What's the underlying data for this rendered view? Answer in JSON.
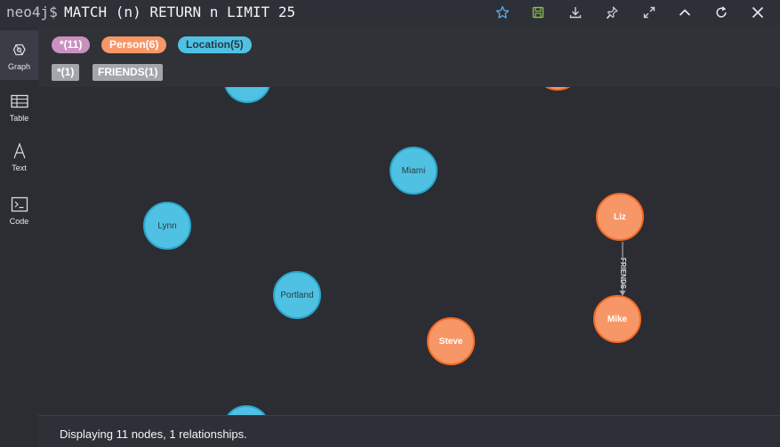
{
  "header": {
    "prompt": "neo4j$",
    "query": "MATCH (n) RETURN n LIMIT 25",
    "buttons": [
      {
        "name": "favorite-button",
        "icon": "star-icon"
      },
      {
        "name": "save-button",
        "icon": "save-icon"
      },
      {
        "name": "download-button",
        "icon": "download-icon"
      },
      {
        "name": "pin-button",
        "icon": "pin-icon"
      },
      {
        "name": "fullscreen-button",
        "icon": "expand-icon"
      },
      {
        "name": "collapse-button",
        "icon": "chevron-up-icon"
      },
      {
        "name": "rerun-button",
        "icon": "refresh-icon"
      },
      {
        "name": "close-button",
        "icon": "close-icon"
      }
    ]
  },
  "sidebar": {
    "items": [
      {
        "label": "Graph",
        "icon": "graph-icon",
        "active": true
      },
      {
        "label": "Table",
        "icon": "table-icon"
      },
      {
        "label": "Text",
        "icon": "text-icon"
      },
      {
        "label": "Code",
        "icon": "code-icon"
      }
    ]
  },
  "legend": {
    "node_labels": [
      {
        "text": "*(11)",
        "color": "#c990c0"
      },
      {
        "text": "Person(6)",
        "color": "#f79767"
      },
      {
        "text": "Location(5)",
        "color": "#4fc2e3"
      }
    ],
    "relationship_types": [
      {
        "text": "*(1)"
      },
      {
        "text": "FRIENDS(1)"
      }
    ]
  },
  "graph": {
    "nodes": [
      {
        "caption": "Miami",
        "label": "Location"
      },
      {
        "caption": "Lynn",
        "label": "Location"
      },
      {
        "caption": "Portland",
        "label": "Location"
      },
      {
        "caption": "Liz",
        "label": "Person"
      },
      {
        "caption": "Mike",
        "label": "Person"
      },
      {
        "caption": "Steve",
        "label": "Person"
      }
    ],
    "relationship": {
      "type": "FRIENDS",
      "from": "Liz",
      "to": "Mike"
    }
  },
  "status": {
    "text": "Displaying 11 nodes, 1 relationships."
  },
  "colors": {
    "person": "#f79767",
    "location": "#4fc2e3",
    "all": "#c990c0"
  }
}
